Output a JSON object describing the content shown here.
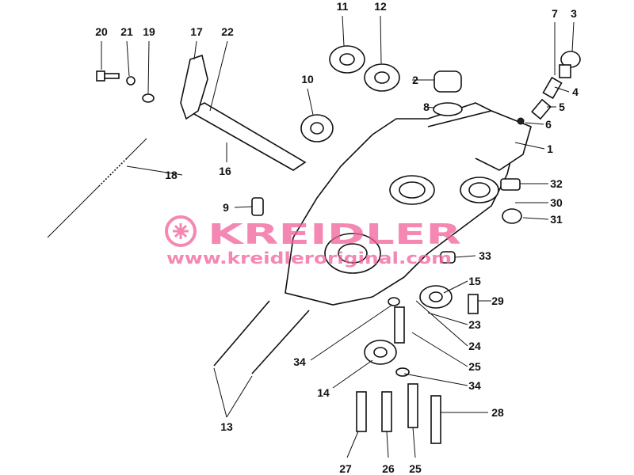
{
  "diagram": {
    "labels": {
      "p1": "1",
      "p2": "2",
      "p3": "3",
      "p4": "4",
      "p5": "5",
      "p6": "6",
      "p7": "7",
      "p8": "8",
      "p9": "9",
      "p10": "10",
      "p11": "11",
      "p12": "12",
      "p13": "13",
      "p14": "14",
      "p15": "15",
      "p16": "16",
      "p17": "17",
      "p18": "18",
      "p19": "19",
      "p20": "20",
      "p21": "21",
      "p22": "22",
      "p23": "23",
      "p24": "24",
      "p25a": "25",
      "p25b": "25",
      "p26": "26",
      "p27": "27",
      "p28": "28",
      "p29": "29",
      "p30": "30",
      "p31": "31",
      "p32": "32",
      "p33": "33",
      "p34a": "34",
      "p34b": "34"
    },
    "watermark": {
      "brand": "KREIDLER",
      "url": "www.kreidleroriginal.com",
      "color": "#f0609a"
    }
  }
}
